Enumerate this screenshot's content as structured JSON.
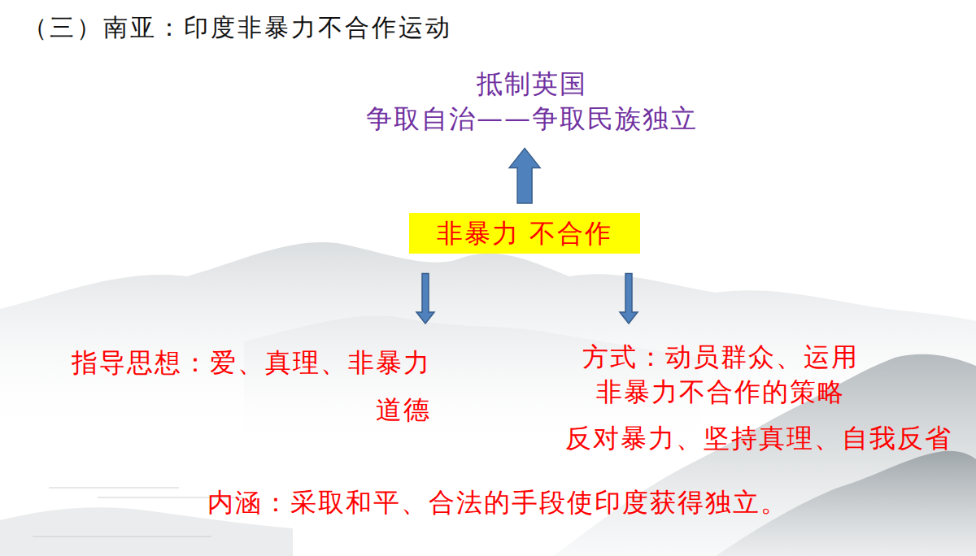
{
  "diagram": {
    "title": "（三）南亚：印度非暴力不合作运动",
    "nodes": [
      {
        "text": [
          "抵制英国",
          "争取自治——争取民族独立"
        ]
      },
      {
        "text": [
          "非暴力 不合作"
        ]
      },
      {
        "text": [
          "指导思想：爱、真理、非暴力 道德"
        ]
      },
      {
        "text": [
          "方式：动员群众、运用 非暴力不合作的策略",
          "反对暴力、坚持真理、自我反省"
        ]
      }
    ],
    "edges": [
      {
        "from": 1,
        "to": 0,
        "arrow": "to"
      },
      {
        "from": 1,
        "to": 2,
        "arrow": "to"
      },
      {
        "from": 1,
        "to": 3,
        "arrow": "to"
      }
    ],
    "labels": [
      "内涵：采取和平、合法的手段使印度获得独立。"
    ]
  }
}
